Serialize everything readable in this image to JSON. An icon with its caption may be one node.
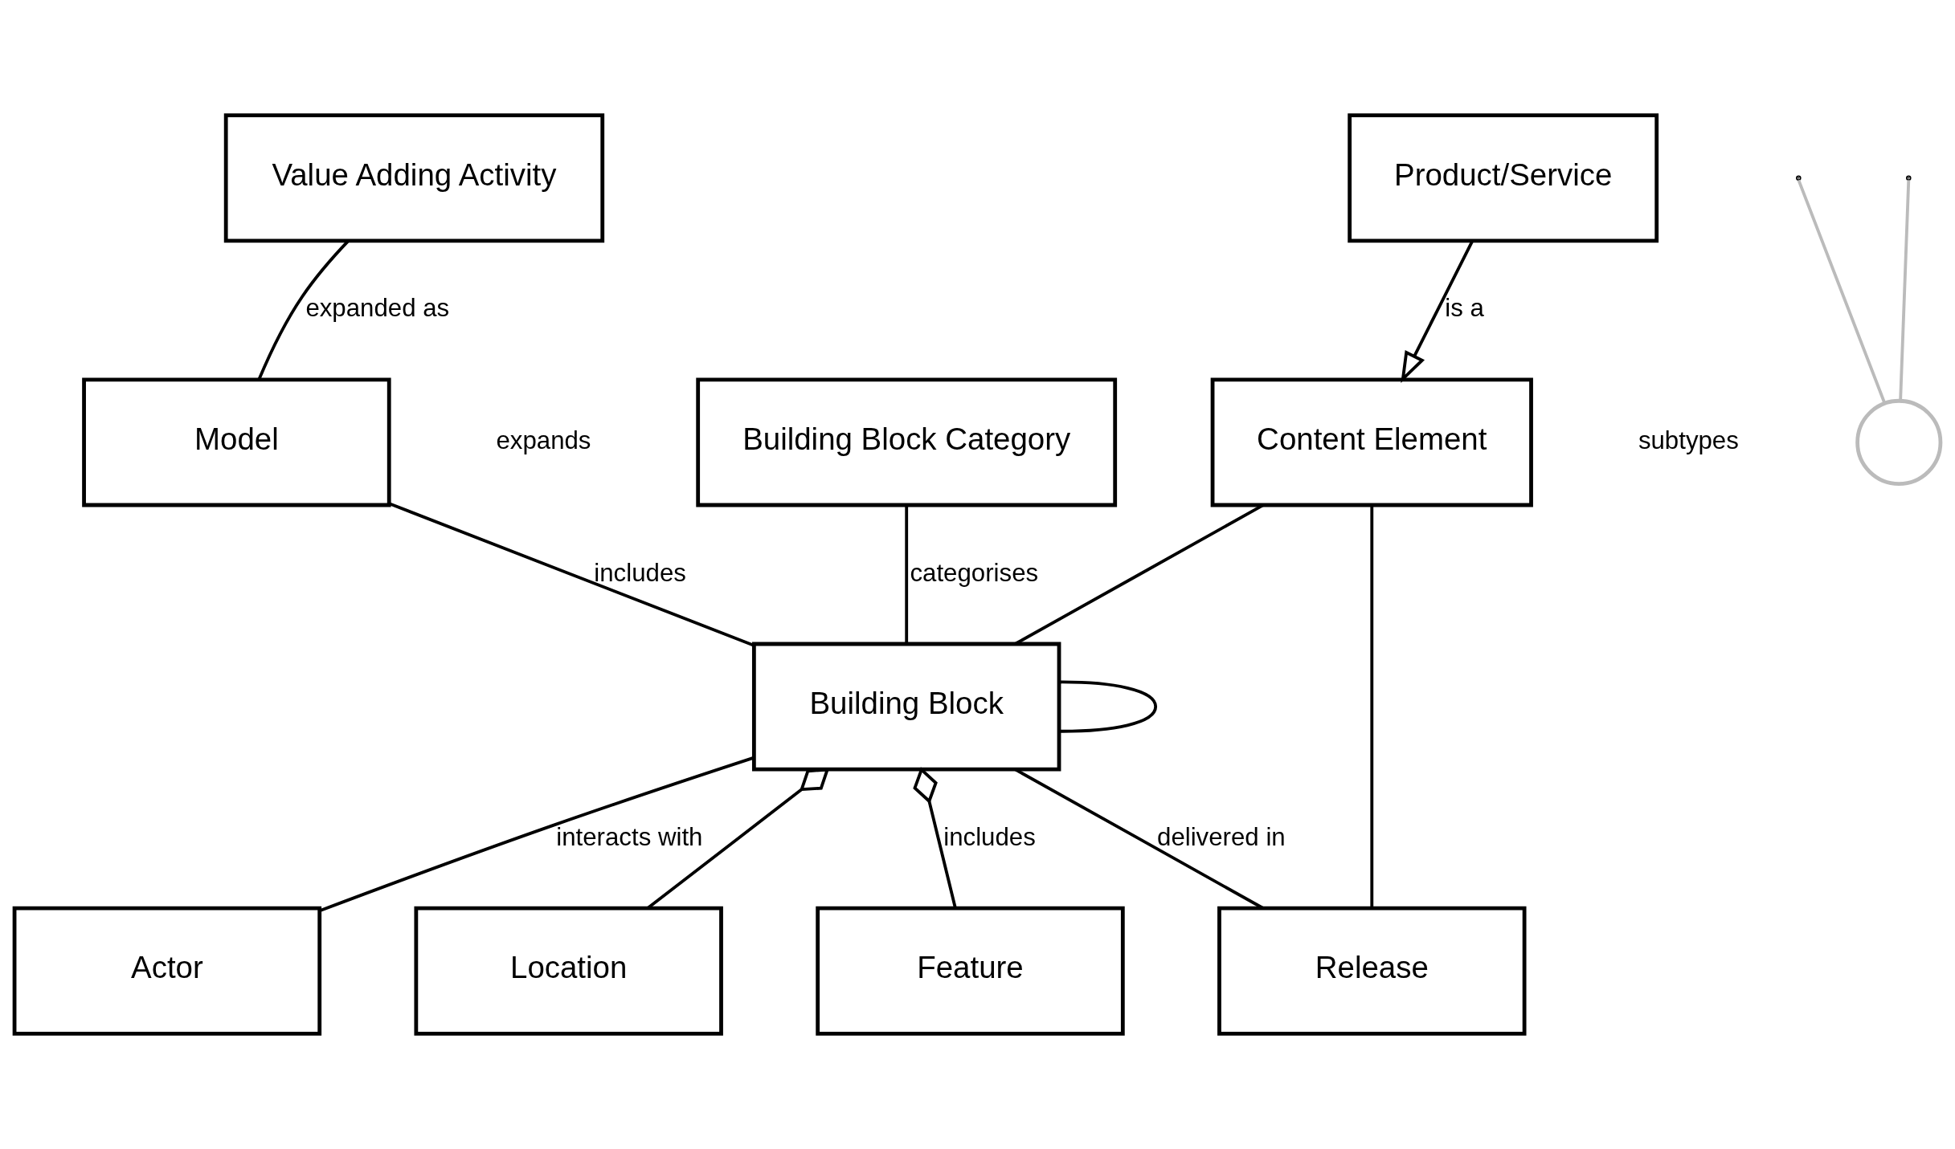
{
  "diagram": {
    "nodes": [
      {
        "text": [
          "Value Adding Activity"
        ]
      },
      {
        "text": [
          "Model"
        ]
      },
      {
        "text": [
          "Actor"
        ]
      },
      {
        "text": [
          "Building Block Category"
        ]
      },
      {
        "text": [
          "Building Block"
        ]
      },
      {
        "text": [
          "Feature"
        ]
      },
      {
        "text": [
          "Content Element"
        ]
      },
      {
        "text": [
          "Product/Service"
        ]
      },
      {
        "text": [
          "Release"
        ]
      },
      {
        "text": [
          "Location"
        ]
      },
      {
        "text": [],
        "shape": "circle"
      }
    ],
    "edges": [
      {
        "from": 0,
        "to": 1,
        "arrow": "none",
        "label": "expanded as"
      },
      {
        "from": 1,
        "to": 4,
        "arrow": "none",
        "label": "includes"
      },
      {
        "from": 4,
        "to": 2,
        "arrow": "none",
        "label": "interacts with"
      },
      {
        "from": 3,
        "to": 4,
        "arrow": "none",
        "label": "categorises"
      },
      {
        "from": 4,
        "to": 4,
        "arrow": "none"
      },
      {
        "from": 4,
        "to": 5,
        "arrow": "other",
        "label": "includes"
      },
      {
        "from": 4,
        "to": 9,
        "arrow": "other"
      },
      {
        "from": 7,
        "to": 6,
        "arrow": "to",
        "label": "is a"
      },
      {
        "from": 4,
        "to": 8,
        "arrow": "none",
        "label": "delivered in"
      },
      {
        "from": 6,
        "to": 4,
        "arrow": "none"
      },
      {
        "from": 6,
        "to": 8,
        "arrow": "none"
      },
      {
        "from": null,
        "to": 10,
        "arrow": "none",
        "color": "#bbbbbb"
      },
      {
        "from": null,
        "to": 10,
        "arrow": "none",
        "color": "#bbbbbb"
      }
    ],
    "labels": [
      "expands",
      "subtypes"
    ]
  }
}
